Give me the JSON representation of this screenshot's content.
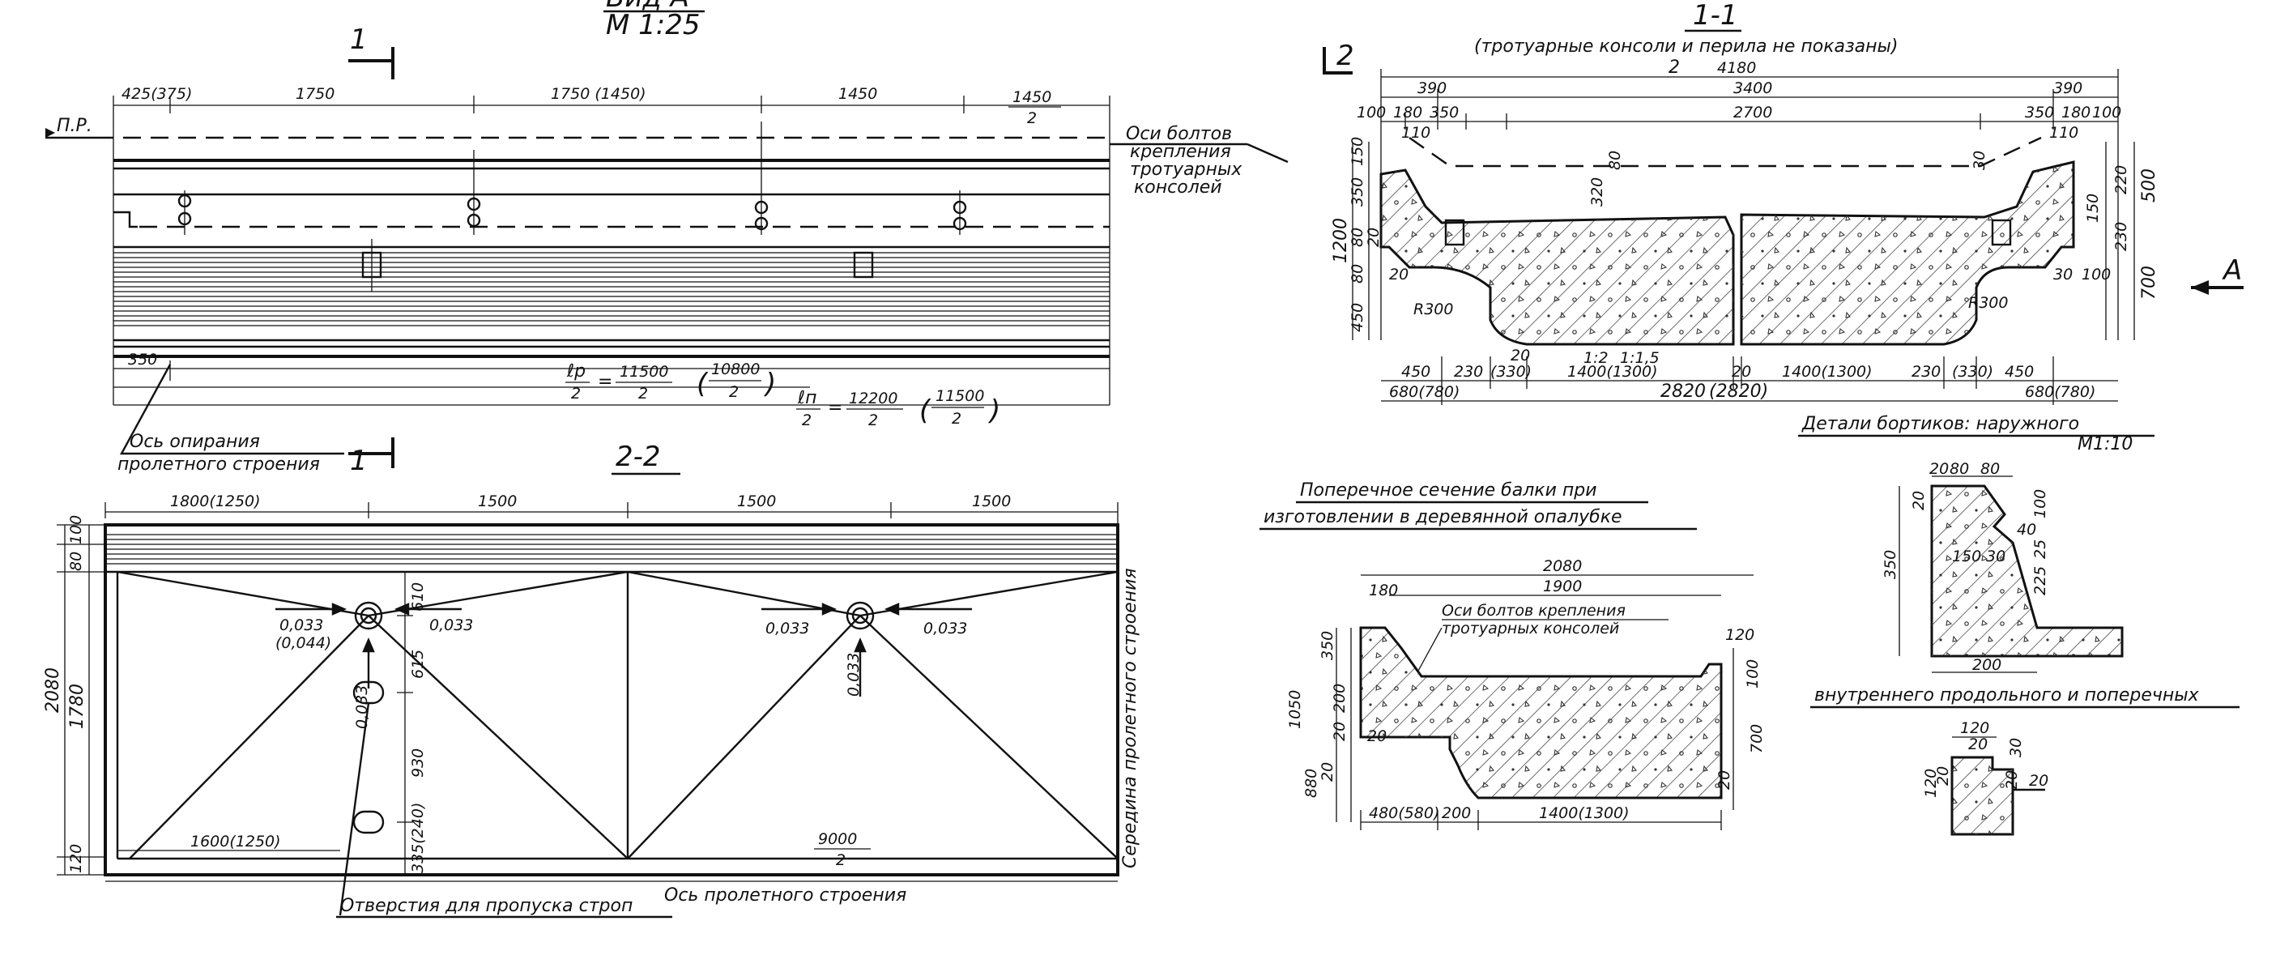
{
  "top_header": {
    "view_label": "Вид А",
    "scale": "М 1:25"
  },
  "side_view": {
    "cut_mark_1": "1",
    "cut_mark_1_bottom": "1",
    "cut_mark_2": "2",
    "level_mark": "П.Р.",
    "dims": [
      "425(375)",
      "1750",
      "1750 (1450)",
      "1450",
      "1450",
      "2",
      "350"
    ],
    "lp_formula": {
      "symbol": "ℓр",
      "den": "2",
      "num1": "11500",
      "num2": "10800"
    },
    "lp2_formula": {
      "symbol": "ℓп",
      "den": "2",
      "num1": "12200",
      "num2": "11500"
    },
    "support_axis_label": [
      "Ось опирания",
      "пролетного строения"
    ],
    "bolt_axes_label": [
      "Оси болтов",
      "крепления",
      "тротуарных",
      "консолей"
    ]
  },
  "plan_view": {
    "title": "2-2",
    "dims": [
      "1800(1250)",
      "1500",
      "1500",
      "1500"
    ],
    "vertical_dims": [
      "80",
      "100",
      "2080",
      "1780",
      "120"
    ],
    "hole_dims": [
      "610",
      "615",
      "930",
      "335(240)"
    ],
    "slopes": [
      "0,033",
      "(0,044)",
      "0,033",
      "0,033",
      "0,033",
      "0,033",
      "0,033"
    ],
    "bottom_dims": [
      "1600(1250)",
      "9000",
      "2"
    ],
    "span_axis_label": "Ось пролетного строения",
    "span_middle_label": "Середина пролетного строения",
    "sling_holes_label": "Отверстия для пропуска строп"
  },
  "section_1_1": {
    "title": "1-1",
    "subtitle": "(тротуарные консоли и перила не показаны)",
    "cut_mark": "2",
    "view_mark": "А",
    "top_dims": [
      "4180",
      "390",
      "3400",
      "390",
      "100",
      "180",
      "350",
      "2700",
      "350",
      "180",
      "100"
    ],
    "left_vertical_dims": [
      "1200",
      "150",
      "350",
      "80",
      "20",
      "80",
      "450"
    ],
    "right_vertical_dims": [
      "500",
      "220",
      "150",
      "230",
      "700"
    ],
    "inner_dims": [
      "110",
      "110",
      "80",
      "320",
      "30",
      "20",
      "20",
      "30",
      "100"
    ],
    "radius_labels": [
      "R300",
      "R300"
    ],
    "slope_label": "1:2",
    "slope_label2": "1:1,5",
    "bottom_dims": [
      "450",
      "230",
      "(330)",
      "1400(1300)",
      "20",
      "1400(1300)",
      "230",
      "(330)",
      "450"
    ],
    "overall_dims": [
      "680(780)",
      "2820",
      "(2820)",
      "680(780)"
    ]
  },
  "wooden_section": {
    "title": [
      "Поперечное сечение балки при",
      "изготовлении в деревянной опалубке"
    ],
    "dims_top": [
      "2080",
      "1900",
      "180",
      "120"
    ],
    "bolt_label": [
      "Оси болтов крепления",
      "тротуарных консолей"
    ],
    "left_dims": [
      "350",
      "1050",
      "200",
      "880",
      "20",
      "20",
      "20"
    ],
    "right_dims": [
      "100",
      "700",
      "20"
    ],
    "bottom_dims": [
      "480(580)",
      "200",
      "1400(1300)"
    ]
  },
  "curb_details": {
    "title": "Детали бортиков: наружного",
    "scale": "М1:10",
    "outer_dims": [
      "20",
      "80",
      "80",
      "20",
      "100",
      "350",
      "150",
      "30",
      "40",
      "225",
      "25",
      "200"
    ],
    "inner_title": "внутреннего продольного и поперечных",
    "inner_dims": [
      "120",
      "20",
      "30",
      "20",
      "20",
      "120",
      "20"
    ]
  }
}
